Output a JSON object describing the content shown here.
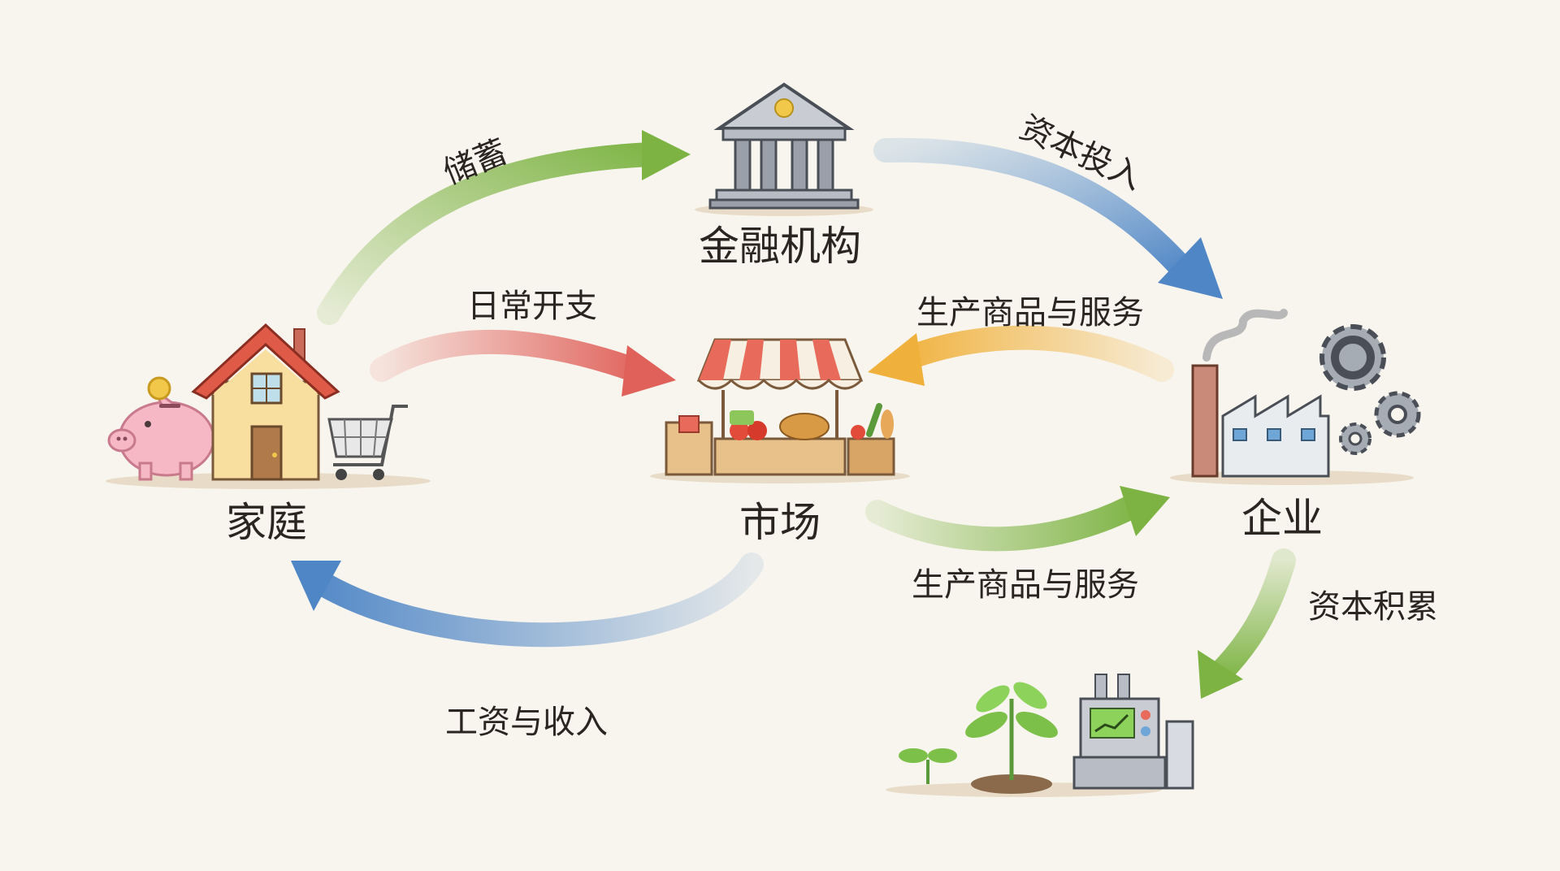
{
  "nodes": {
    "household": {
      "label": "家庭",
      "icon": "house-icon"
    },
    "financial": {
      "label": "金融机构",
      "icon": "bank-building-icon"
    },
    "market": {
      "label": "市场",
      "icon": "market-stall-icon"
    },
    "enterprise": {
      "label": "企业",
      "icon": "factory-icon"
    }
  },
  "flows": {
    "savings": {
      "label": "储蓄",
      "color": "#7cb342"
    },
    "capital_investment": {
      "label": "资本投入",
      "color": "#6f9fd0"
    },
    "daily_spending": {
      "label": "日常开支",
      "color": "#e0605a"
    },
    "production_to_market": {
      "label": "生产商品与服务",
      "color": "#f0b13c"
    },
    "production_to_enterprise": {
      "label": "生产商品与服务",
      "color": "#7cb342"
    },
    "wages_income": {
      "label": "工资与收入",
      "color": "#4f86c6"
    },
    "capital_accumulation": {
      "label": "资本积累",
      "color": "#7cb342"
    }
  },
  "icons": [
    "piggy-bank-icon",
    "coin-icon",
    "house-icon",
    "shopping-cart-icon",
    "bank-building-icon",
    "market-stall-icon",
    "factory-icon",
    "gear-icon",
    "sprout-icon",
    "machine-icon"
  ]
}
